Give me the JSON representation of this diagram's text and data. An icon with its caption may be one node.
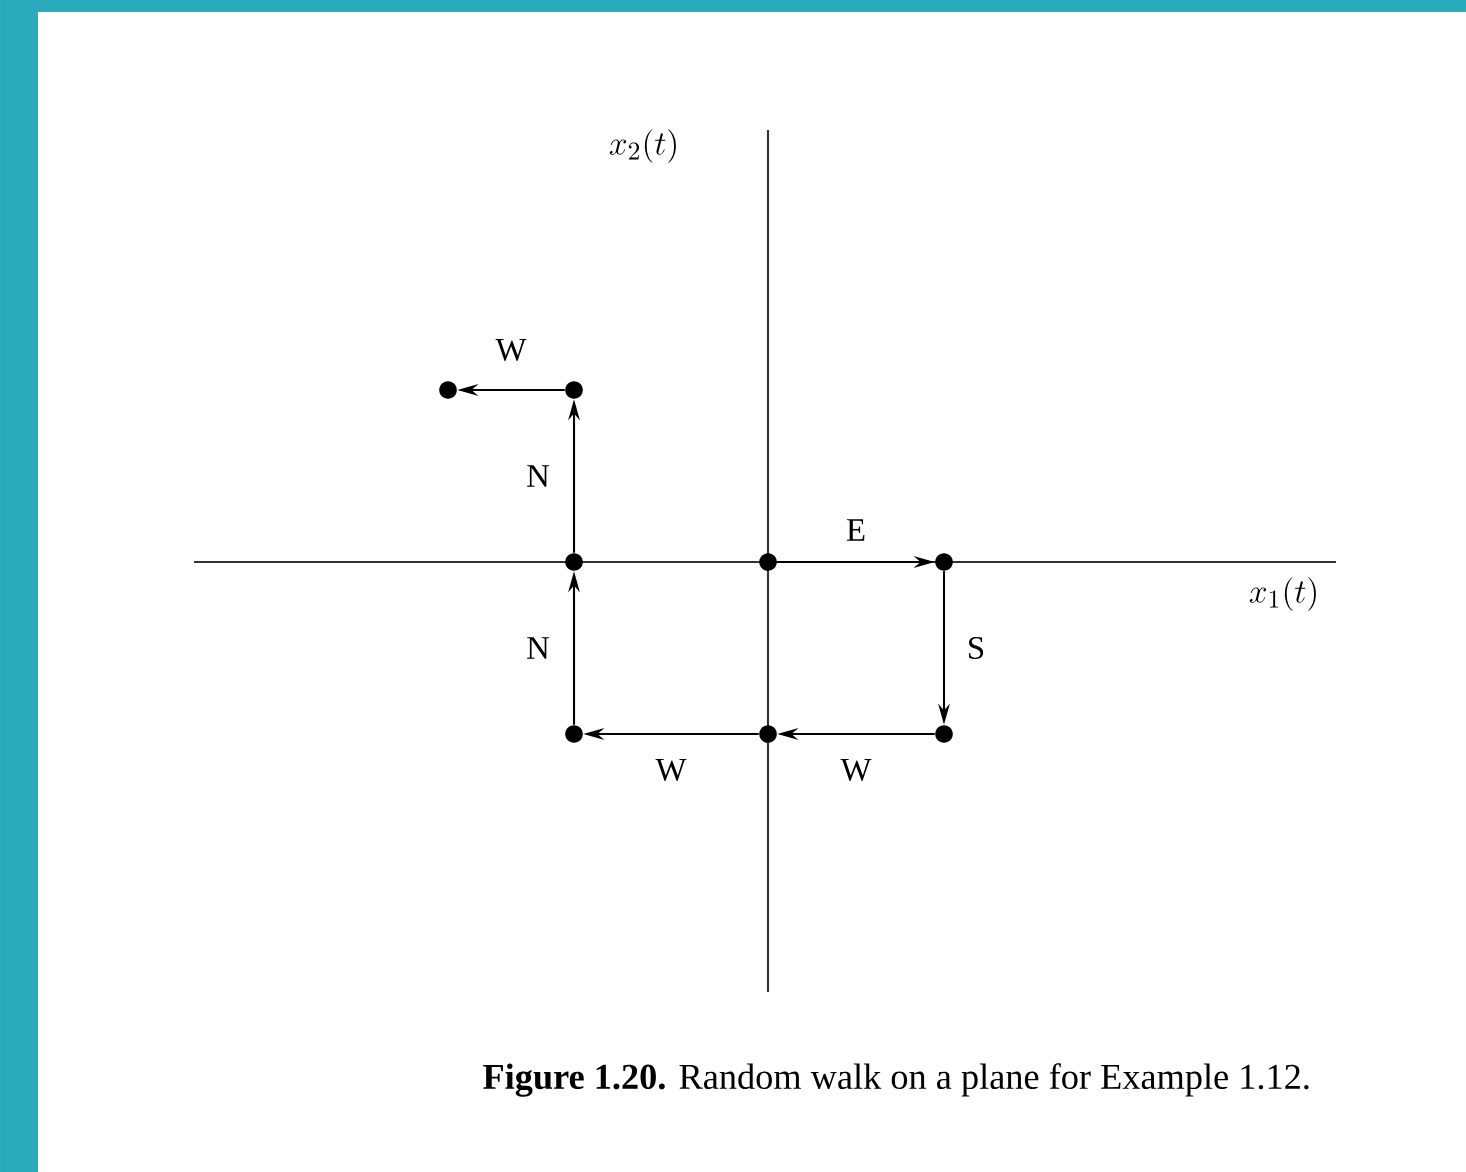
{
  "diagram": {
    "caption": "**Figure 1.20.** Random walk on a plane for Example 1.12.",
    "nodes": [
      {
        "text": [],
        "shape": "circle"
      },
      {
        "text": [],
        "shape": "circle"
      },
      {
        "text": [],
        "shape": "circle"
      },
      {
        "text": [],
        "shape": "circle"
      },
      {
        "text": [],
        "shape": "circle"
      },
      {
        "text": [],
        "shape": "circle"
      },
      {
        "text": [],
        "shape": "circle"
      },
      {
        "text": [],
        "shape": "circle"
      }
    ],
    "edges": [
      {
        "from": 0,
        "to": 1,
        "arrow": "to",
        "label": "E"
      },
      {
        "from": 1,
        "to": 2,
        "arrow": "to",
        "label": "S"
      },
      {
        "from": 2,
        "to": 3,
        "arrow": "to",
        "label": "W"
      },
      {
        "from": 3,
        "to": 4,
        "arrow": "to",
        "label": "W"
      },
      {
        "from": 4,
        "to": 5,
        "arrow": "to",
        "label": "N"
      },
      {
        "from": 5,
        "to": 6,
        "arrow": "to",
        "label": "N"
      },
      {
        "from": 6,
        "to": 7,
        "arrow": "to",
        "label": "W"
      }
    ],
    "labels": [
      "x_2(t)",
      "x_1(t)"
    ]
  }
}
